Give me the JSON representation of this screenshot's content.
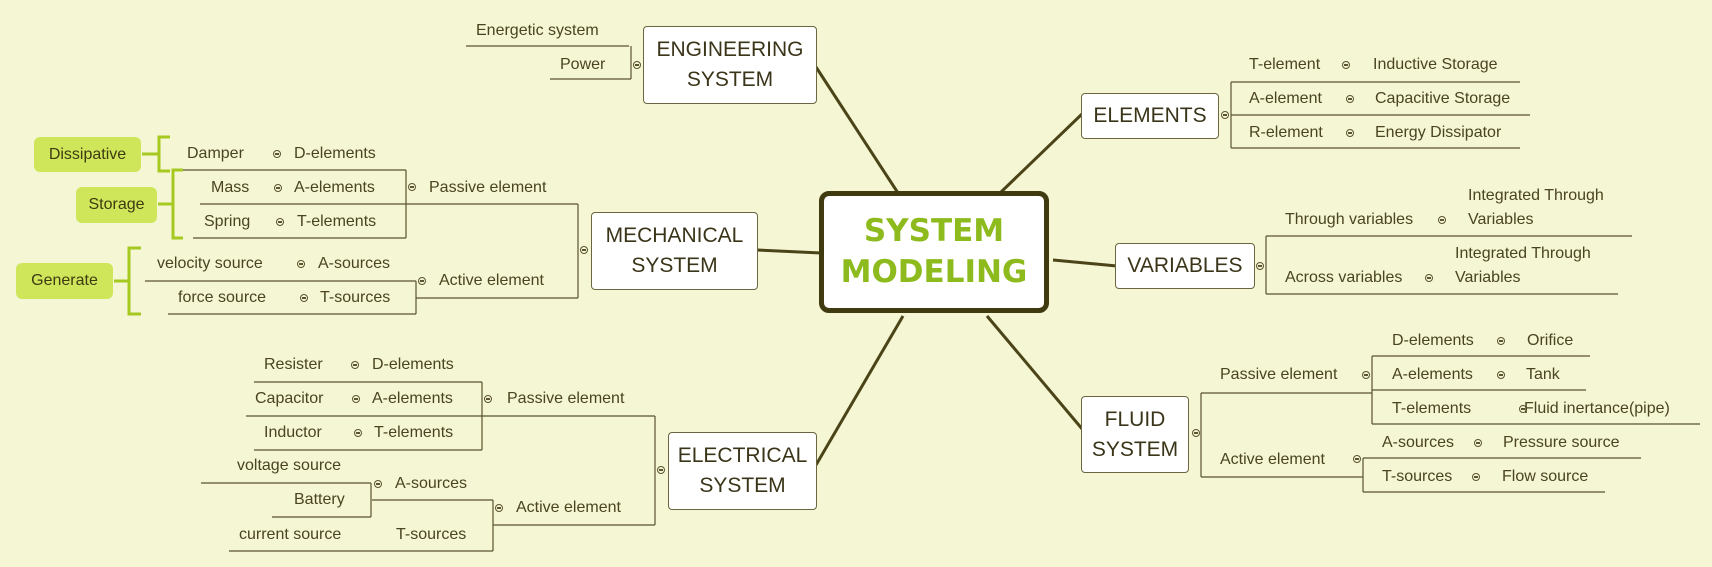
{
  "center": {
    "line1": "SYSTEM",
    "line2": "MODELING"
  },
  "engineering": {
    "title1": "ENGINEERING",
    "title2": "SYSTEM",
    "items": [
      "Energetic system",
      "Power"
    ]
  },
  "elements": {
    "title": "ELEMENTS",
    "rows": [
      {
        "type": "T-element",
        "role": "Inductive Storage"
      },
      {
        "type": "A-element",
        "role": "Capacitive Storage"
      },
      {
        "type": "R-element",
        "role": "Energy Dissipator"
      }
    ]
  },
  "variables": {
    "title": "VARIABLES",
    "rows": [
      {
        "name": "Through variables",
        "desc1": "Integrated Through",
        "desc2": "Variables"
      },
      {
        "name": "Across variables",
        "desc1": "Integrated Through",
        "desc2": "Variables"
      }
    ]
  },
  "mechanical": {
    "title1": "MECHANICAL",
    "title2": "SYSTEM",
    "passive": {
      "label": "Passive element",
      "rows": [
        {
          "item": "Damper",
          "elem": "D-elements"
        },
        {
          "item": "Mass",
          "elem": "A-elements"
        },
        {
          "item": "Spring",
          "elem": "T-elements"
        }
      ]
    },
    "active": {
      "label": "Active element",
      "rows": [
        {
          "item": "velocity source",
          "elem": "A-sources"
        },
        {
          "item": "force source",
          "elem": "T-sources"
        }
      ]
    },
    "tags": {
      "dissipative": "Dissipative",
      "storage": "Storage",
      "generate": "Generate"
    }
  },
  "electrical": {
    "title1": "ELECTRICAL",
    "title2": "SYSTEM",
    "passive": {
      "label": "Passive element",
      "rows": [
        {
          "item": "Resister",
          "elem": "D-elements"
        },
        {
          "item": "Capacitor",
          "elem": "A-elements"
        },
        {
          "item": "Inductor",
          "elem": "T-elements"
        }
      ]
    },
    "active": {
      "label": "Active element",
      "a_sources": "A-sources",
      "t_sources": "T-sources",
      "voltage": "voltage source",
      "battery": "Battery",
      "current": "current source"
    }
  },
  "fluid": {
    "title1": "FLUID",
    "title2": "SYSTEM",
    "passive": {
      "label": "Passive element",
      "rows": [
        {
          "elem": "D-elements",
          "item": "Orifice"
        },
        {
          "elem": "A-elements",
          "item": "Tank"
        },
        {
          "elem": "T-elements",
          "item": "Fluid inertance(pipe)"
        }
      ]
    },
    "active": {
      "label": "Active element",
      "rows": [
        {
          "elem": "A-sources",
          "item": "Pressure source"
        },
        {
          "elem": "T-sources",
          "item": "Flow source"
        }
      ]
    }
  },
  "colors": {
    "background": "#f5f6d3",
    "center_text": "#8dba1d",
    "tag": "#cfe65b",
    "line": "#4a4418"
  }
}
